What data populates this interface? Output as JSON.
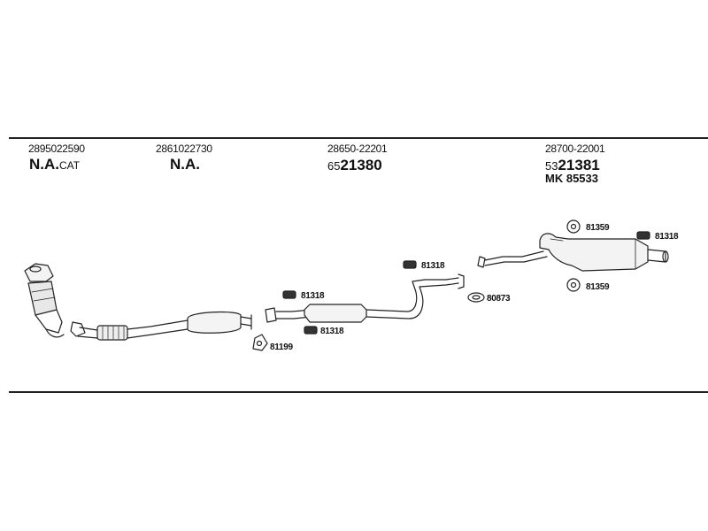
{
  "header": {
    "col1": {
      "part_no": "2895022590",
      "code": "N.A.",
      "code_suffix": "CAT"
    },
    "col2": {
      "part_no": "2861022730",
      "code": "N.A."
    },
    "col3": {
      "part_no": "28650-22201",
      "prefix": "65",
      "number": "21380"
    },
    "col4": {
      "part_no": "28700-22001",
      "prefix": "53",
      "number": "21381",
      "mk_label": "MK",
      "mk_number": "85533"
    }
  },
  "callouts": {
    "clamp_a": "81318",
    "clamp_b": "81318",
    "clamp_c": "81318",
    "clamp_d": "81318",
    "gasket_a": "81199",
    "gasket_b": "80873",
    "hanger_a": "81359",
    "hanger_b": "81359"
  }
}
